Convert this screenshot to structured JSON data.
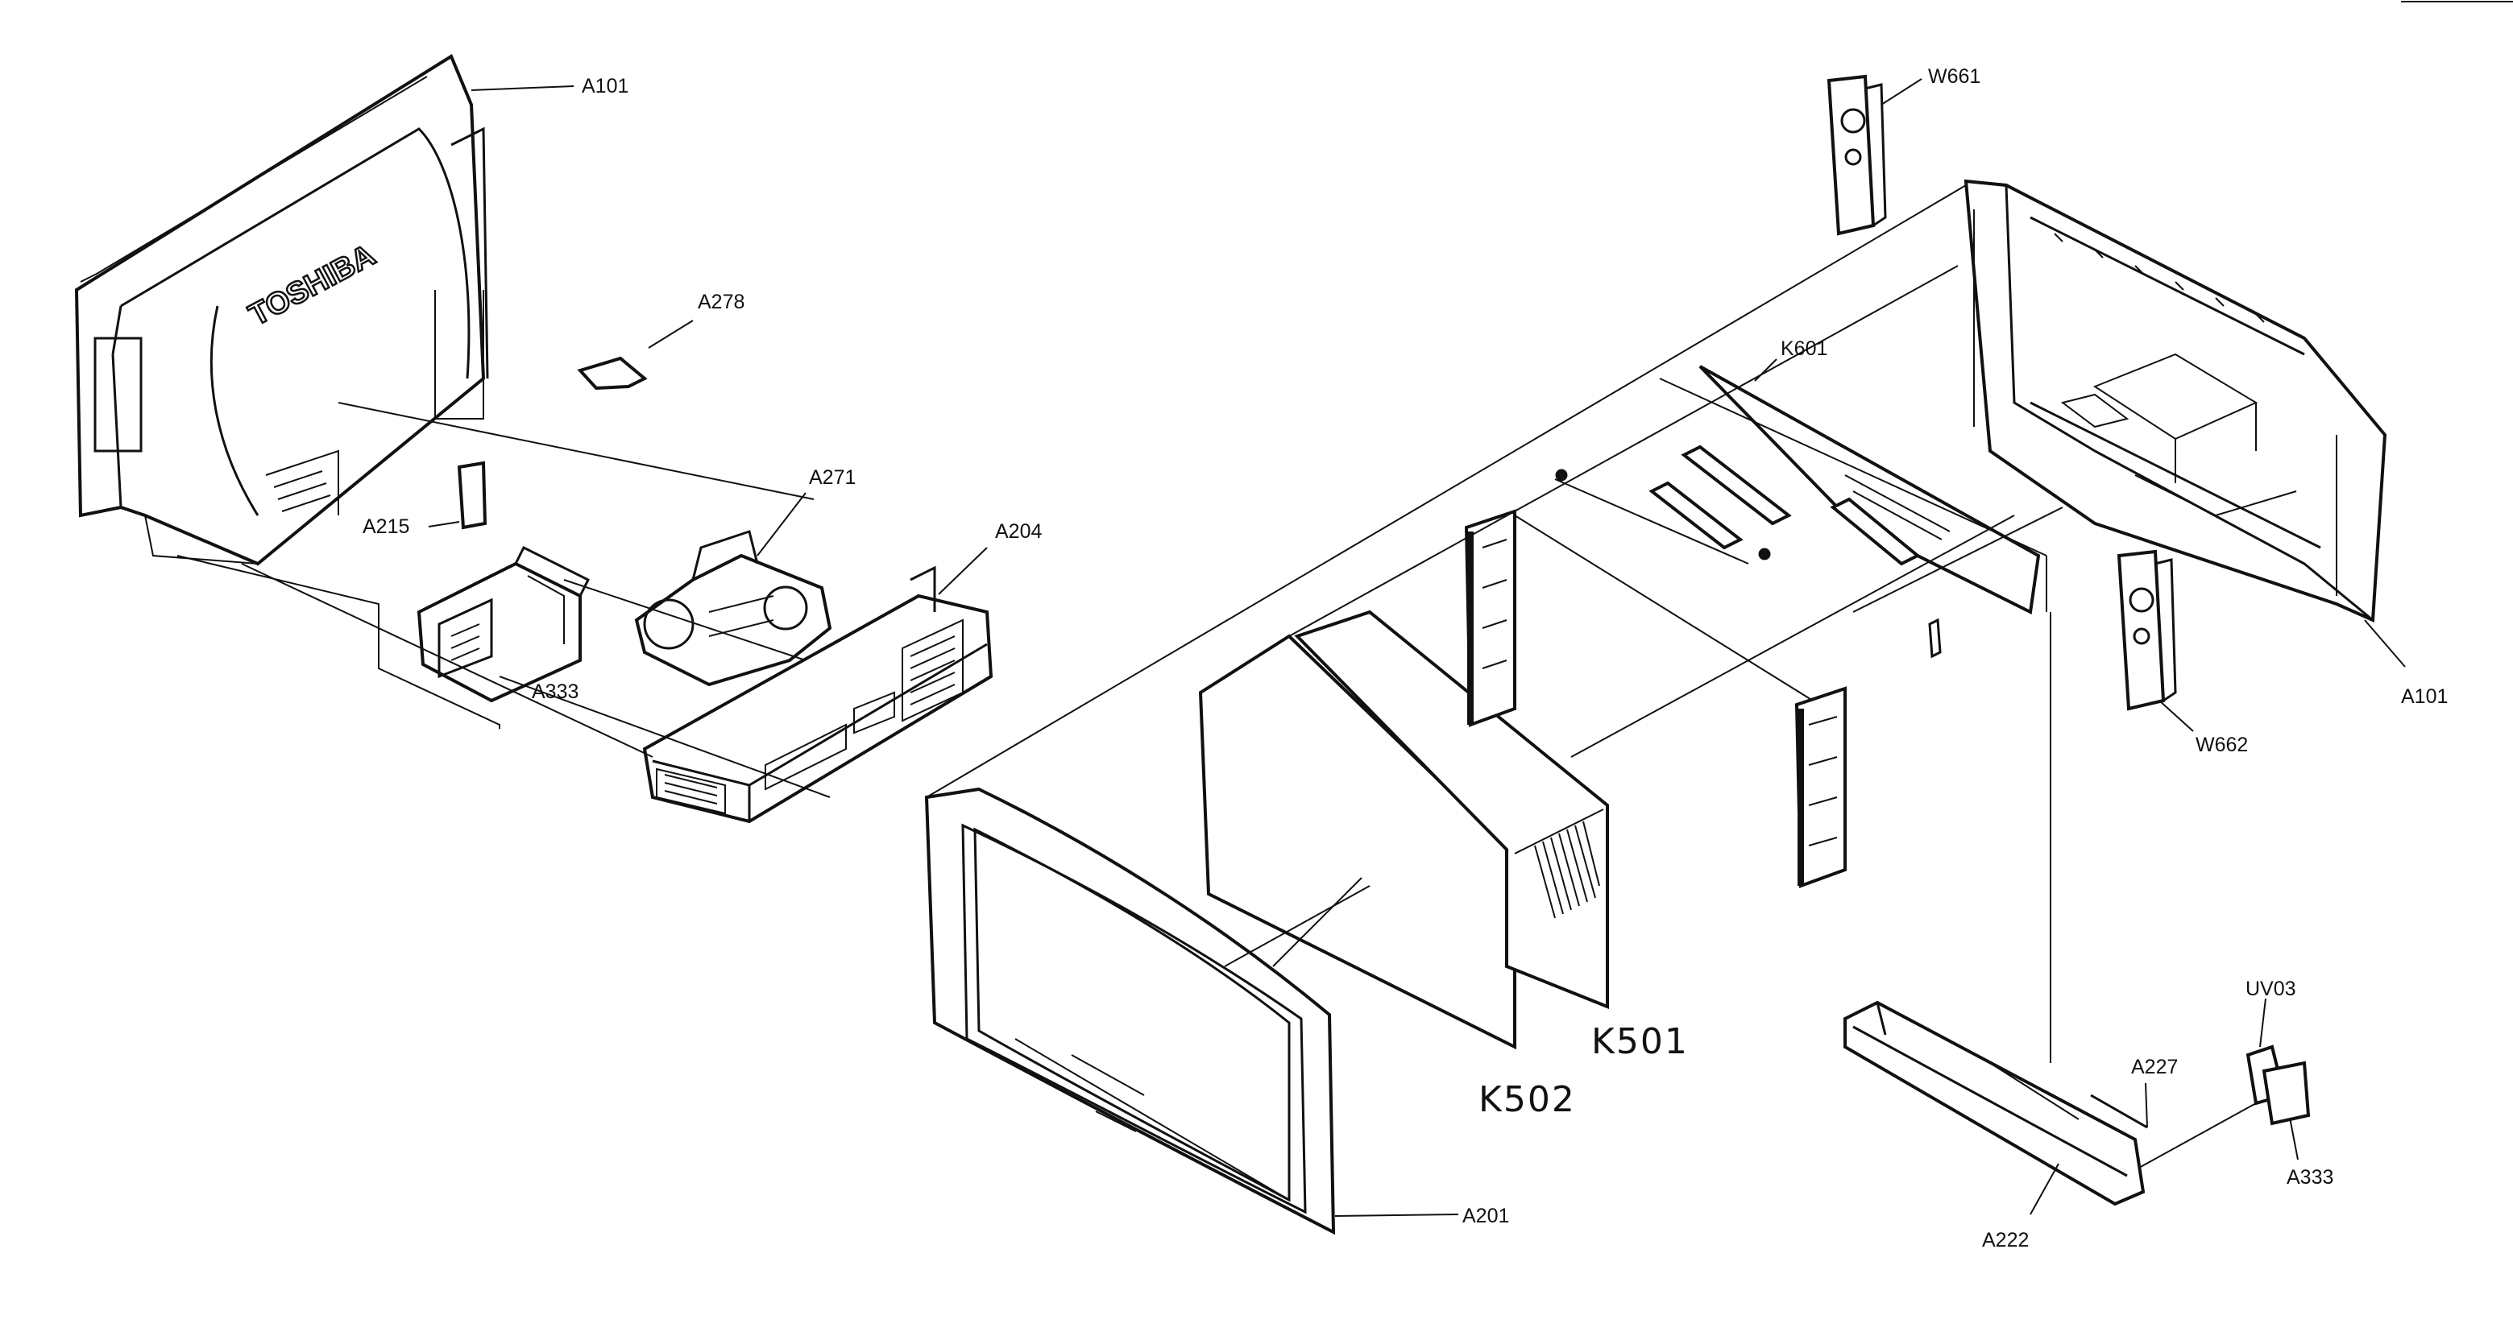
{
  "brand": "TOSHIBA",
  "labels": {
    "a101_top": "A101",
    "a278": "A278",
    "a215": "A215",
    "a271": "A271",
    "a204": "A204",
    "a333_left": "A333",
    "w661": "W661",
    "k601": "K601",
    "a101_right": "A101",
    "w662": "W662",
    "k501": "K501",
    "k502": "K502",
    "uv03": "UV03",
    "a227": "A227",
    "a333_right": "A333",
    "a222": "A222",
    "a201": "A201"
  }
}
